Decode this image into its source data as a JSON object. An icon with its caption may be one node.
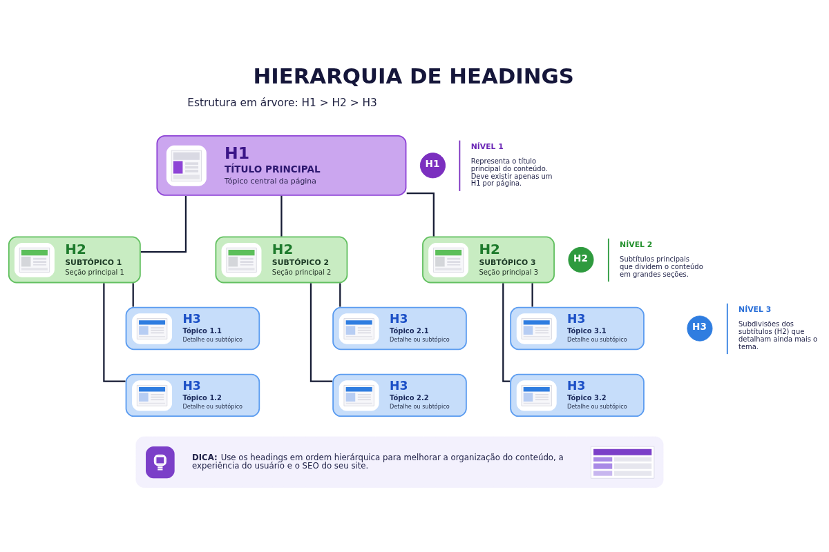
{
  "diagram": {
    "title": "HIERARQUIA DE HEADINGS",
    "nodes": [
      {
        "text": [
          "H1",
          "TÍTULO PRINCIPAL",
          "Tópico central da página"
        ]
      },
      {
        "text": [
          "H2",
          "SUBTÓPICO 1",
          "Seção principal 1"
        ]
      },
      {
        "text": [
          "H2",
          "SUBTÓPICO 2",
          "Seção principal 2"
        ]
      },
      {
        "text": [
          "H2",
          "SUBTÓPICO 3",
          "Seção principal 3"
        ]
      },
      {
        "text": [
          "H3",
          "Tópico 1.1",
          "Detalhe ou subtópico"
        ]
      },
      {
        "text": [
          "H3",
          "Tópico 1.2",
          "Detalhe ou subtópico"
        ]
      },
      {
        "text": [
          "H3",
          "Tópico 2.1",
          "Detalhe ou subtópico"
        ]
      },
      {
        "text": [
          "H3",
          "Tópico 2.2",
          "Detalhe ou subtópico"
        ]
      },
      {
        "text": [
          "H3",
          "Tópico 3.1",
          "Detalhe ou subtópico"
        ]
      },
      {
        "text": [
          "H3",
          "Tópico 3.2",
          "Detalhe ou subtópico"
        ]
      },
      {
        "text": [
          "H1"
        ],
        "beside": [
          "NÍVEL 1",
          "Representa o título principal do conteúdo. Deve existir apenas um H1 por página."
        ]
      },
      {
        "text": [
          "H2"
        ],
        "beside": [
          "NÍVEL 2",
          "Subtítulos principais que dividem o conteúdo em grandes seções."
        ]
      },
      {
        "text": [
          "H3"
        ],
        "beside": [
          "NÍVEL 3",
          "Subdivisões dos subtítulos (H2) que detalham ainda mais o tema."
        ]
      },
      {
        "text": [
          "**DICA:** Use os headings em ordem hierárquica para melhorar a organização do conteúdo, a experiência do usuário e o SEO do seu site."
        ]
      }
    ],
    "edges": [
      {
        "from": 0,
        "to": 1,
        "arrow": "none"
      },
      {
        "from": 0,
        "to": 2,
        "arrow": "none"
      },
      {
        "from": 0,
        "to": 3,
        "arrow": "none"
      },
      {
        "from": 1,
        "to": 4,
        "arrow": "none"
      },
      {
        "from": 1,
        "to": 5,
        "arrow": "none"
      },
      {
        "from": 2,
        "to": 6,
        "arrow": "none"
      },
      {
        "from": 2,
        "to": 7,
        "arrow": "none"
      },
      {
        "from": 3,
        "to": 8,
        "arrow": "none"
      },
      {
        "from": 3,
        "to": 9,
        "arrow": "none"
      }
    ],
    "labels": [
      "Estrutura em árvore: H1 > H2 > H3"
    ]
  }
}
